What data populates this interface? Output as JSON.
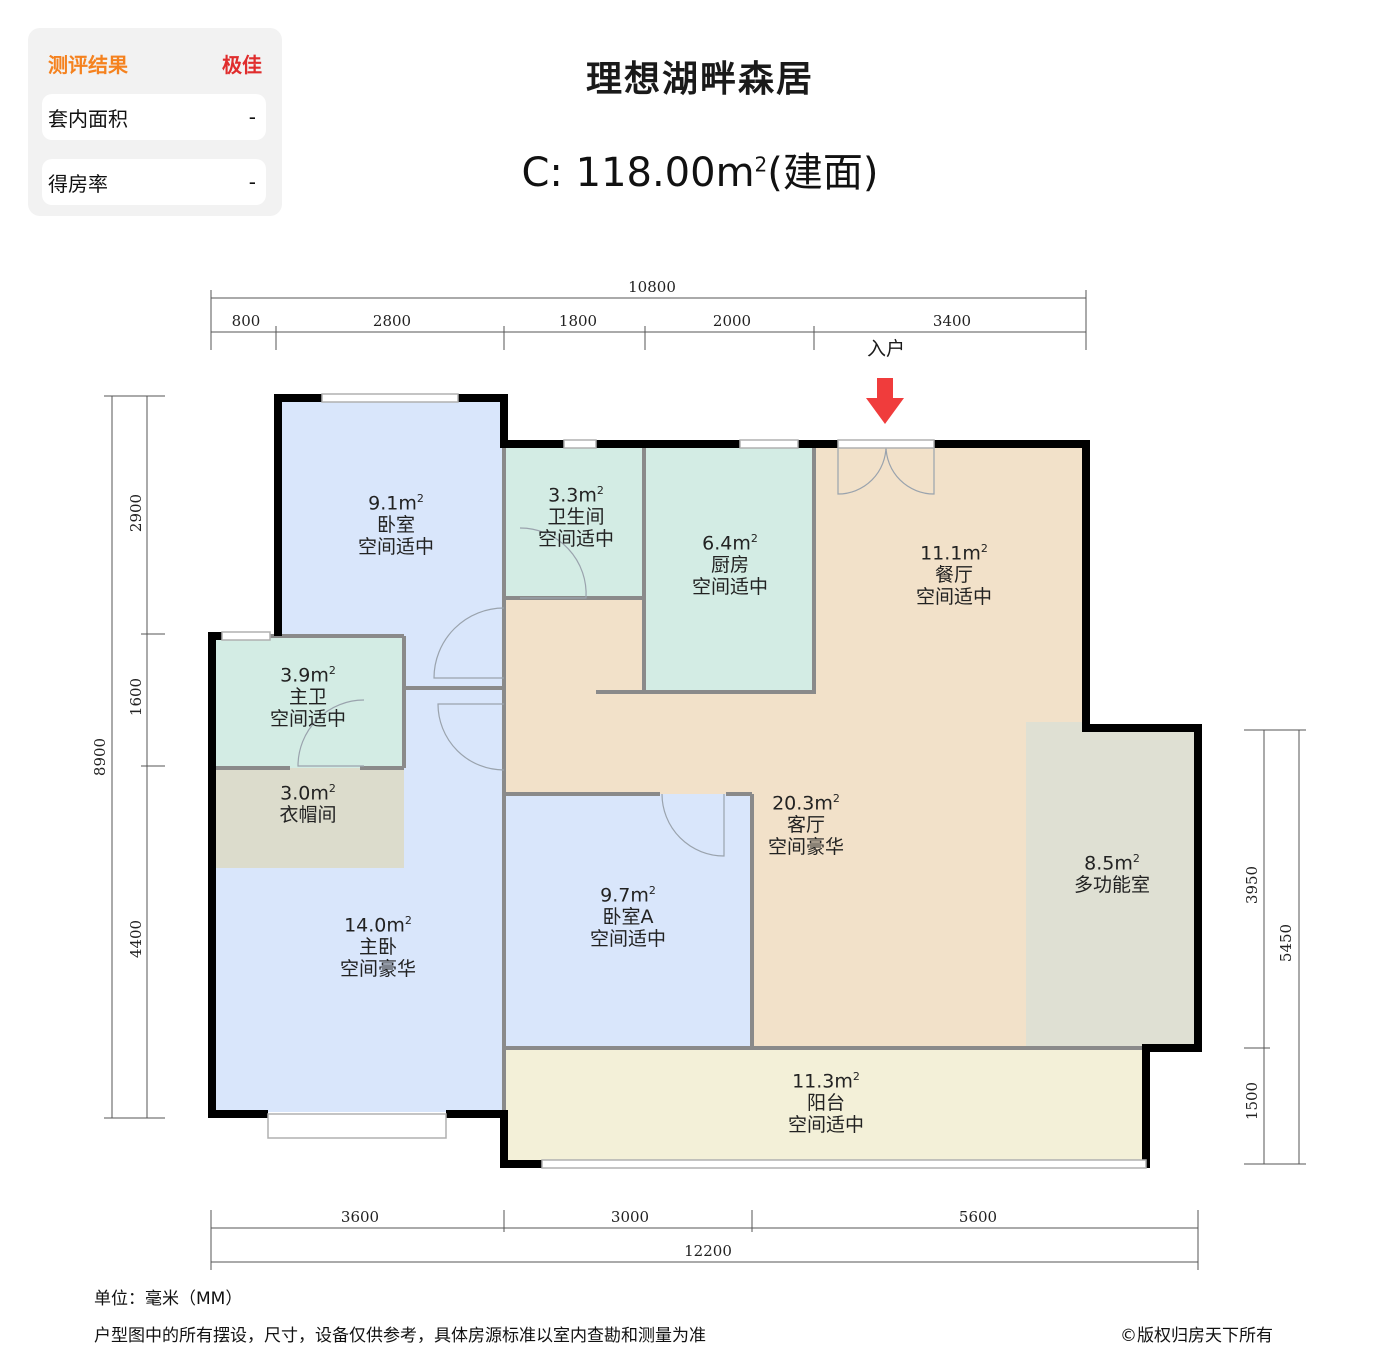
{
  "evaluation": {
    "label": "测评结果",
    "rating": "极佳",
    "rows": [
      {
        "label": "套内面积",
        "value": "-"
      },
      {
        "label": "得房率",
        "value": "-"
      }
    ]
  },
  "header": {
    "title": "理想湖畔森居",
    "unit_type": "C: 118.00m",
    "unit_sup": "2",
    "unit_suffix": "(建面)"
  },
  "entrance": {
    "label": "入户",
    "arrow_color": "#f03c3c"
  },
  "dimensions": {
    "top_total": "10800",
    "top_segments": [
      "800",
      "2800",
      "1800",
      "2000",
      "3400"
    ],
    "left_total": "8900",
    "left_segments": [
      "2900",
      "1600",
      "4400"
    ],
    "right_total": "5450",
    "right_segments": [
      "3950",
      "1500"
    ],
    "bottom_segments": [
      "3600",
      "3000",
      "5600"
    ],
    "bottom_total": "12200"
  },
  "rooms": {
    "bedroom": {
      "area": "9.1m",
      "name": "卧室",
      "rating": "空间适中"
    },
    "bathroom": {
      "area": "3.3m",
      "name": "卫生间",
      "rating": "空间适中"
    },
    "kitchen": {
      "area": "6.4m",
      "name": "厨房",
      "rating": "空间适中"
    },
    "dining": {
      "area": "11.1m",
      "name": "餐厅",
      "rating": "空间适中"
    },
    "master_bath": {
      "area": "3.9m",
      "name": "主卫",
      "rating": "空间适中"
    },
    "cloakroom": {
      "area": "3.0m",
      "name": "衣帽间"
    },
    "living": {
      "area": "20.3m",
      "name": "客厅",
      "rating": "空间豪华"
    },
    "multi": {
      "area": "8.5m",
      "name": "多功能室"
    },
    "bedroom_a": {
      "area": "9.7m",
      "name": "卧室A",
      "rating": "空间适中"
    },
    "master": {
      "area": "14.0m",
      "name": "主卧",
      "rating": "空间豪华"
    },
    "balcony": {
      "area": "11.3m",
      "name": "阳台",
      "rating": "空间适中"
    }
  },
  "area_sup": "2",
  "colors": {
    "bedroom": "#d9e6fb",
    "wet": "#d3ece4",
    "living": "#f2e1c9",
    "multi": "#dfe0d3",
    "cloak": "#dcdccc",
    "balcony": "#f3f0d8",
    "wall": "#000000"
  },
  "footer": {
    "unit": "单位：毫米（MM）",
    "disclaimer": "户型图中的所有摆设，尺寸，设备仅供参考，具体房源标准以室内查勘和测量为准",
    "copyright": "©版权归房天下所有"
  }
}
